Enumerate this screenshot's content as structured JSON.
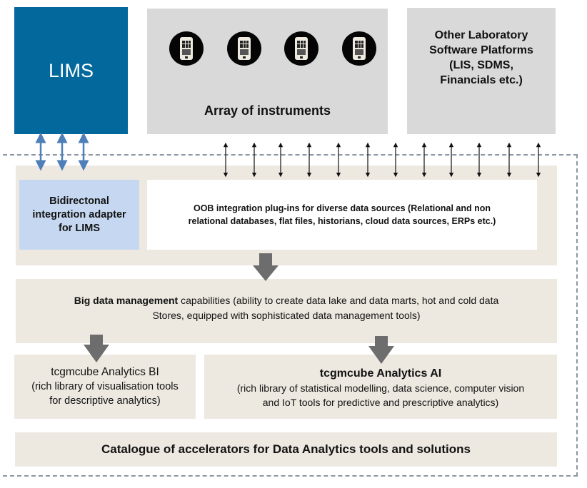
{
  "top_row": {
    "lims": {
      "label": "LIMS",
      "color": "#03689b"
    },
    "instruments": {
      "title": "Array of instruments",
      "icon": "instrument-device-icon",
      "count": 4
    },
    "other_platforms": {
      "lines": [
        "Other Laboratory",
        "Software Platforms",
        "(LIS, SDMS,",
        "Financials etc.)"
      ]
    }
  },
  "integration_layer": {
    "adapter": {
      "lines": [
        "Bidirectonal",
        "integration adapter",
        "for LIMS"
      ],
      "color": "#c6d8f1"
    },
    "oob": {
      "lines": [
        "OOB integration plug-ins for diverse data sources (Relational and non",
        "relational databases, flat files, historians, cloud data sources, ERPs etc.)"
      ]
    },
    "lims_connectors": 3,
    "instrument_connectors": 12
  },
  "big_data": {
    "bold": "Big data management",
    "line1_rest": " capabilities (ability to create data lake and data marts, hot and cold data",
    "line2": "Stores, equipped with sophisticated data management tools)"
  },
  "analytics_bi": {
    "title": "tcgmcube Analytics BI",
    "lines": [
      "(rich library of visualisation tools",
      "for descriptive analytics)"
    ]
  },
  "analytics_ai": {
    "title": "tcgmcube Analytics AI",
    "lines": [
      "(rich library of statistical modelling, data science, computer vision",
      "and IoT tools for predictive and prescriptive analytics)"
    ]
  },
  "catalogue": {
    "label": "Catalogue of accelerators for Data Analytics tools and solutions"
  },
  "colors": {
    "panel": "#ede9e1",
    "top_box": "#d9d9d9",
    "flow_arrow": "#6d6d6d",
    "lims_arrow": "#4f7fb8",
    "frame": "#8b97a3"
  }
}
